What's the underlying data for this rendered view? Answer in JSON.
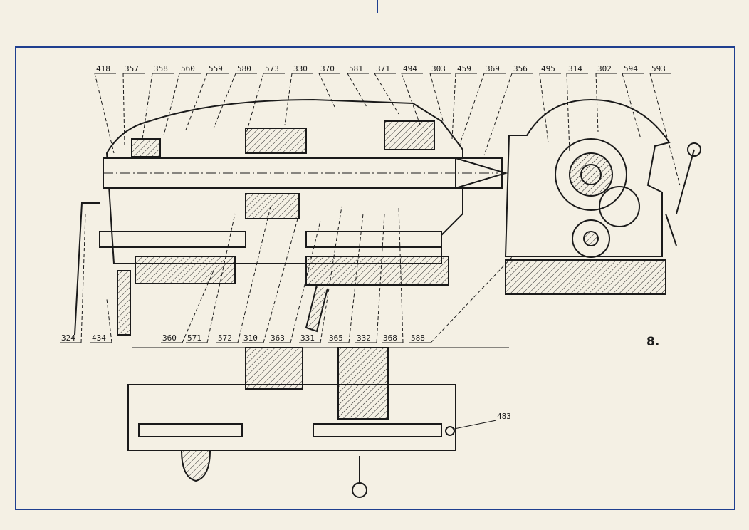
{
  "figure_number": "8.",
  "top_callouts": [
    "418",
    "357",
    "358",
    "560",
    "559",
    "580",
    "573",
    "330",
    "370",
    "581",
    "371",
    "494",
    "303",
    "459",
    "369",
    "356",
    "495",
    "314",
    "302",
    "594",
    "593"
  ],
  "bottom_callouts": [
    "324",
    "434",
    "360",
    "571",
    "572",
    "310",
    "363",
    "331",
    "365",
    "332",
    "368",
    "588"
  ],
  "side_callout": "483",
  "colors": {
    "paper": "#f4f0e4",
    "frame": "#1f3f8f",
    "ink": "#1a1a1a"
  }
}
